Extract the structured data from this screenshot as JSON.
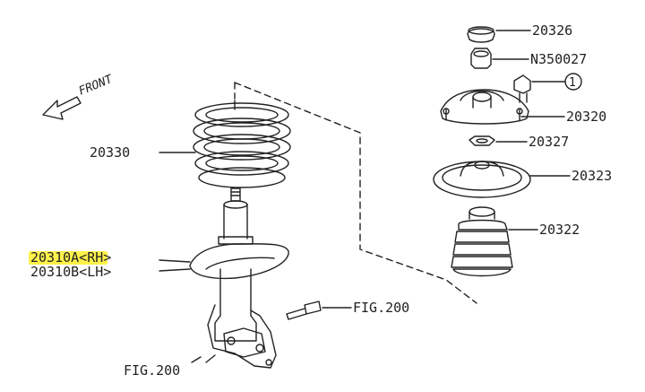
{
  "diagram": {
    "front_label": "FRONT",
    "callout_number": "1",
    "labels": {
      "cap": "20326",
      "nut": "N350027",
      "mount": "20320",
      "washer": "20327",
      "seat": "20323",
      "boot": "20322",
      "spring": "20330",
      "strut_rh": "20310A<RH>",
      "strut_lh": "20310B<LH>",
      "fig_bolt": "FIG.200",
      "fig_bottom": "FIG.200"
    },
    "highlight_color": "#fff24a",
    "line_color": "#222222"
  }
}
